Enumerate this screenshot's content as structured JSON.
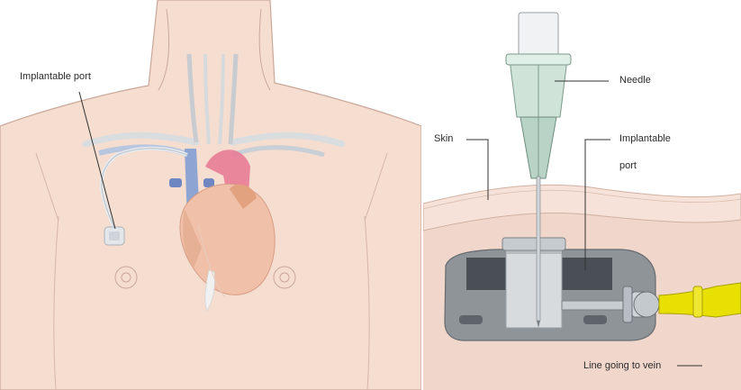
{
  "left_panel": {
    "labels": {
      "implantable_port": "Implantable port"
    }
  },
  "right_panel": {
    "labels": {
      "needle": "Needle",
      "skin": "Skin",
      "implantable_port_line1": "Implantable",
      "implantable_port_line2": "port",
      "line_to_vein": "Line going to vein"
    }
  },
  "colors": {
    "skin": "#f5ddd0",
    "skin_outline": "#c9a89a",
    "port_body": "#8f9498",
    "catheter_yellow": "#e8e000",
    "needle_hub": "#cfe3d8",
    "heart": "#f0c0a8",
    "aorta_pink": "#e87c96",
    "vein_blue": "#7d96c8"
  }
}
